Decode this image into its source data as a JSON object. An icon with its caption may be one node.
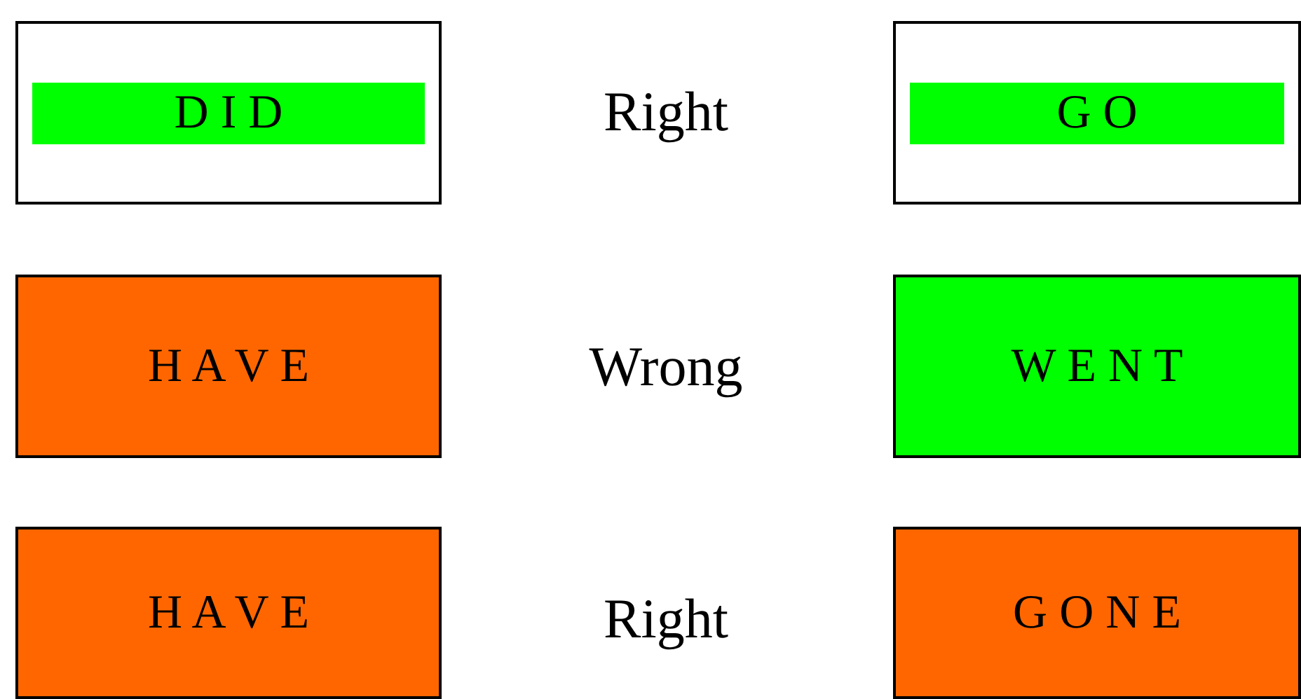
{
  "diagram": {
    "nodes": [
      {
        "text": [
          "D I D"
        ]
      },
      {
        "text": [
          "G O"
        ]
      },
      {
        "text": [
          "H A V E"
        ]
      },
      {
        "text": [
          "W E N T"
        ]
      },
      {
        "text": [
          "H A V E"
        ]
      },
      {
        "text": [
          "G O N E"
        ]
      }
    ],
    "labels": [
      "Right",
      "Wrong",
      "Right"
    ]
  }
}
